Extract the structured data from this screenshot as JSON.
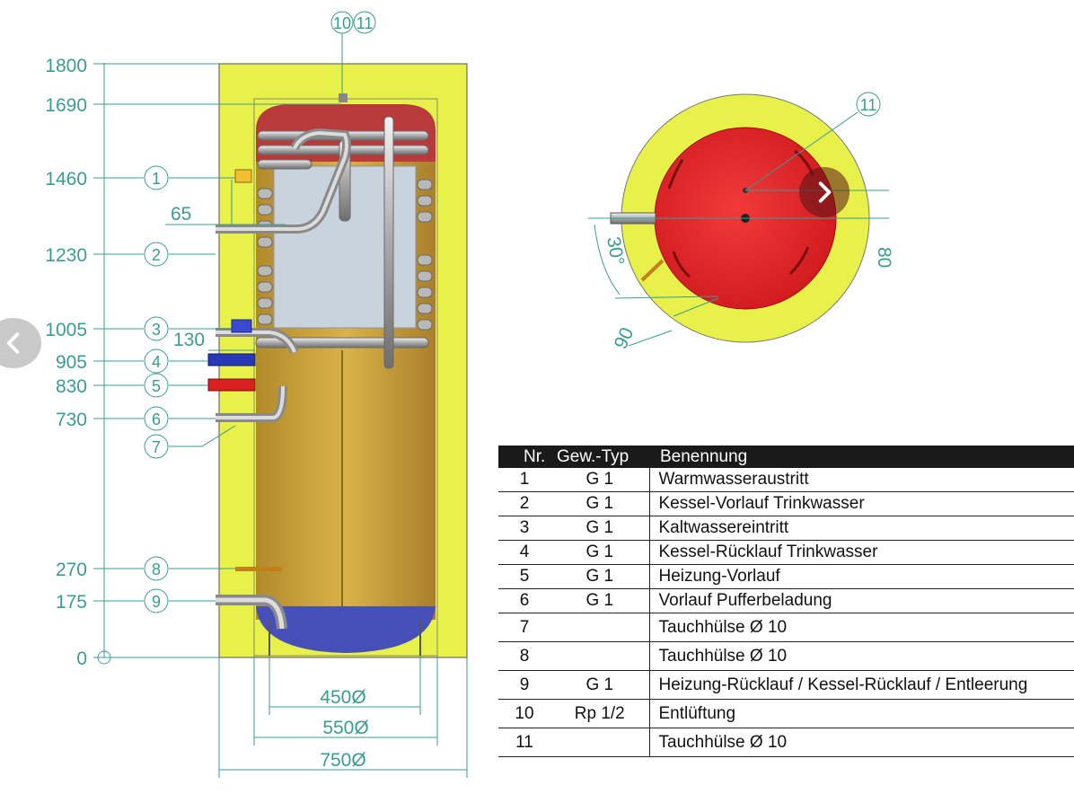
{
  "diagram": {
    "height_marks": [
      "1800",
      "1690",
      "1460",
      "1230",
      "1005",
      "905",
      "830",
      "730",
      "270",
      "175",
      "0"
    ],
    "connection_numbers": [
      "1",
      "2",
      "3",
      "4",
      "5",
      "6",
      "7",
      "8",
      "9"
    ],
    "top_callouts": [
      "10",
      "11"
    ],
    "side_dims": {
      "d65": "65",
      "d130": "130"
    },
    "bottom_dims": {
      "d450": "450Ø",
      "d550": "550Ø",
      "d750": "750Ø"
    },
    "top_view": {
      "callout": "11",
      "angle": "30°",
      "dist": "90",
      "side_label": "80"
    },
    "colors": {
      "insulation": "#e8f04a",
      "tank": "#c9a23a",
      "top_red": "#b83a3a",
      "heat_exchanger": "#c9d3de",
      "bottom_blue": "#4650b8",
      "dimension": "#3a9c92",
      "dome_red": "#e8262b"
    }
  },
  "nav": {
    "prev_icon": "chevron-left-icon",
    "next_icon": "chevron-right-icon"
  },
  "table": {
    "headers": [
      "Nr.",
      "Gew.-Typ",
      "Benennung"
    ],
    "rows": [
      {
        "nr": "1",
        "typ": "G 1",
        "name": "Warmwasseraustritt"
      },
      {
        "nr": "2",
        "typ": "G 1",
        "name": "Kessel-Vorlauf Trinkwasser"
      },
      {
        "nr": "3",
        "typ": "G 1",
        "name": "Kaltwassereintritt"
      },
      {
        "nr": "4",
        "typ": "G 1",
        "name": "Kessel-Rücklauf Trinkwasser"
      },
      {
        "nr": "5",
        "typ": "G 1",
        "name": "Heizung-Vorlauf"
      },
      {
        "nr": "6",
        "typ": "G 1",
        "name": "Vorlauf Pufferbeladung"
      },
      {
        "nr": "7",
        "typ": "",
        "name": "Tauchhülse Ø 10"
      },
      {
        "nr": "8",
        "typ": "",
        "name": "Tauchhülse Ø 10"
      },
      {
        "nr": "9",
        "typ": "G 1",
        "name": "Heizung-Rücklauf / Kessel-Rücklauf / Entleerung"
      },
      {
        "nr": "10",
        "typ": "Rp 1/2",
        "name": "Entlüftung"
      },
      {
        "nr": "11",
        "typ": "",
        "name": "Tauchhülse Ø 10"
      }
    ]
  }
}
